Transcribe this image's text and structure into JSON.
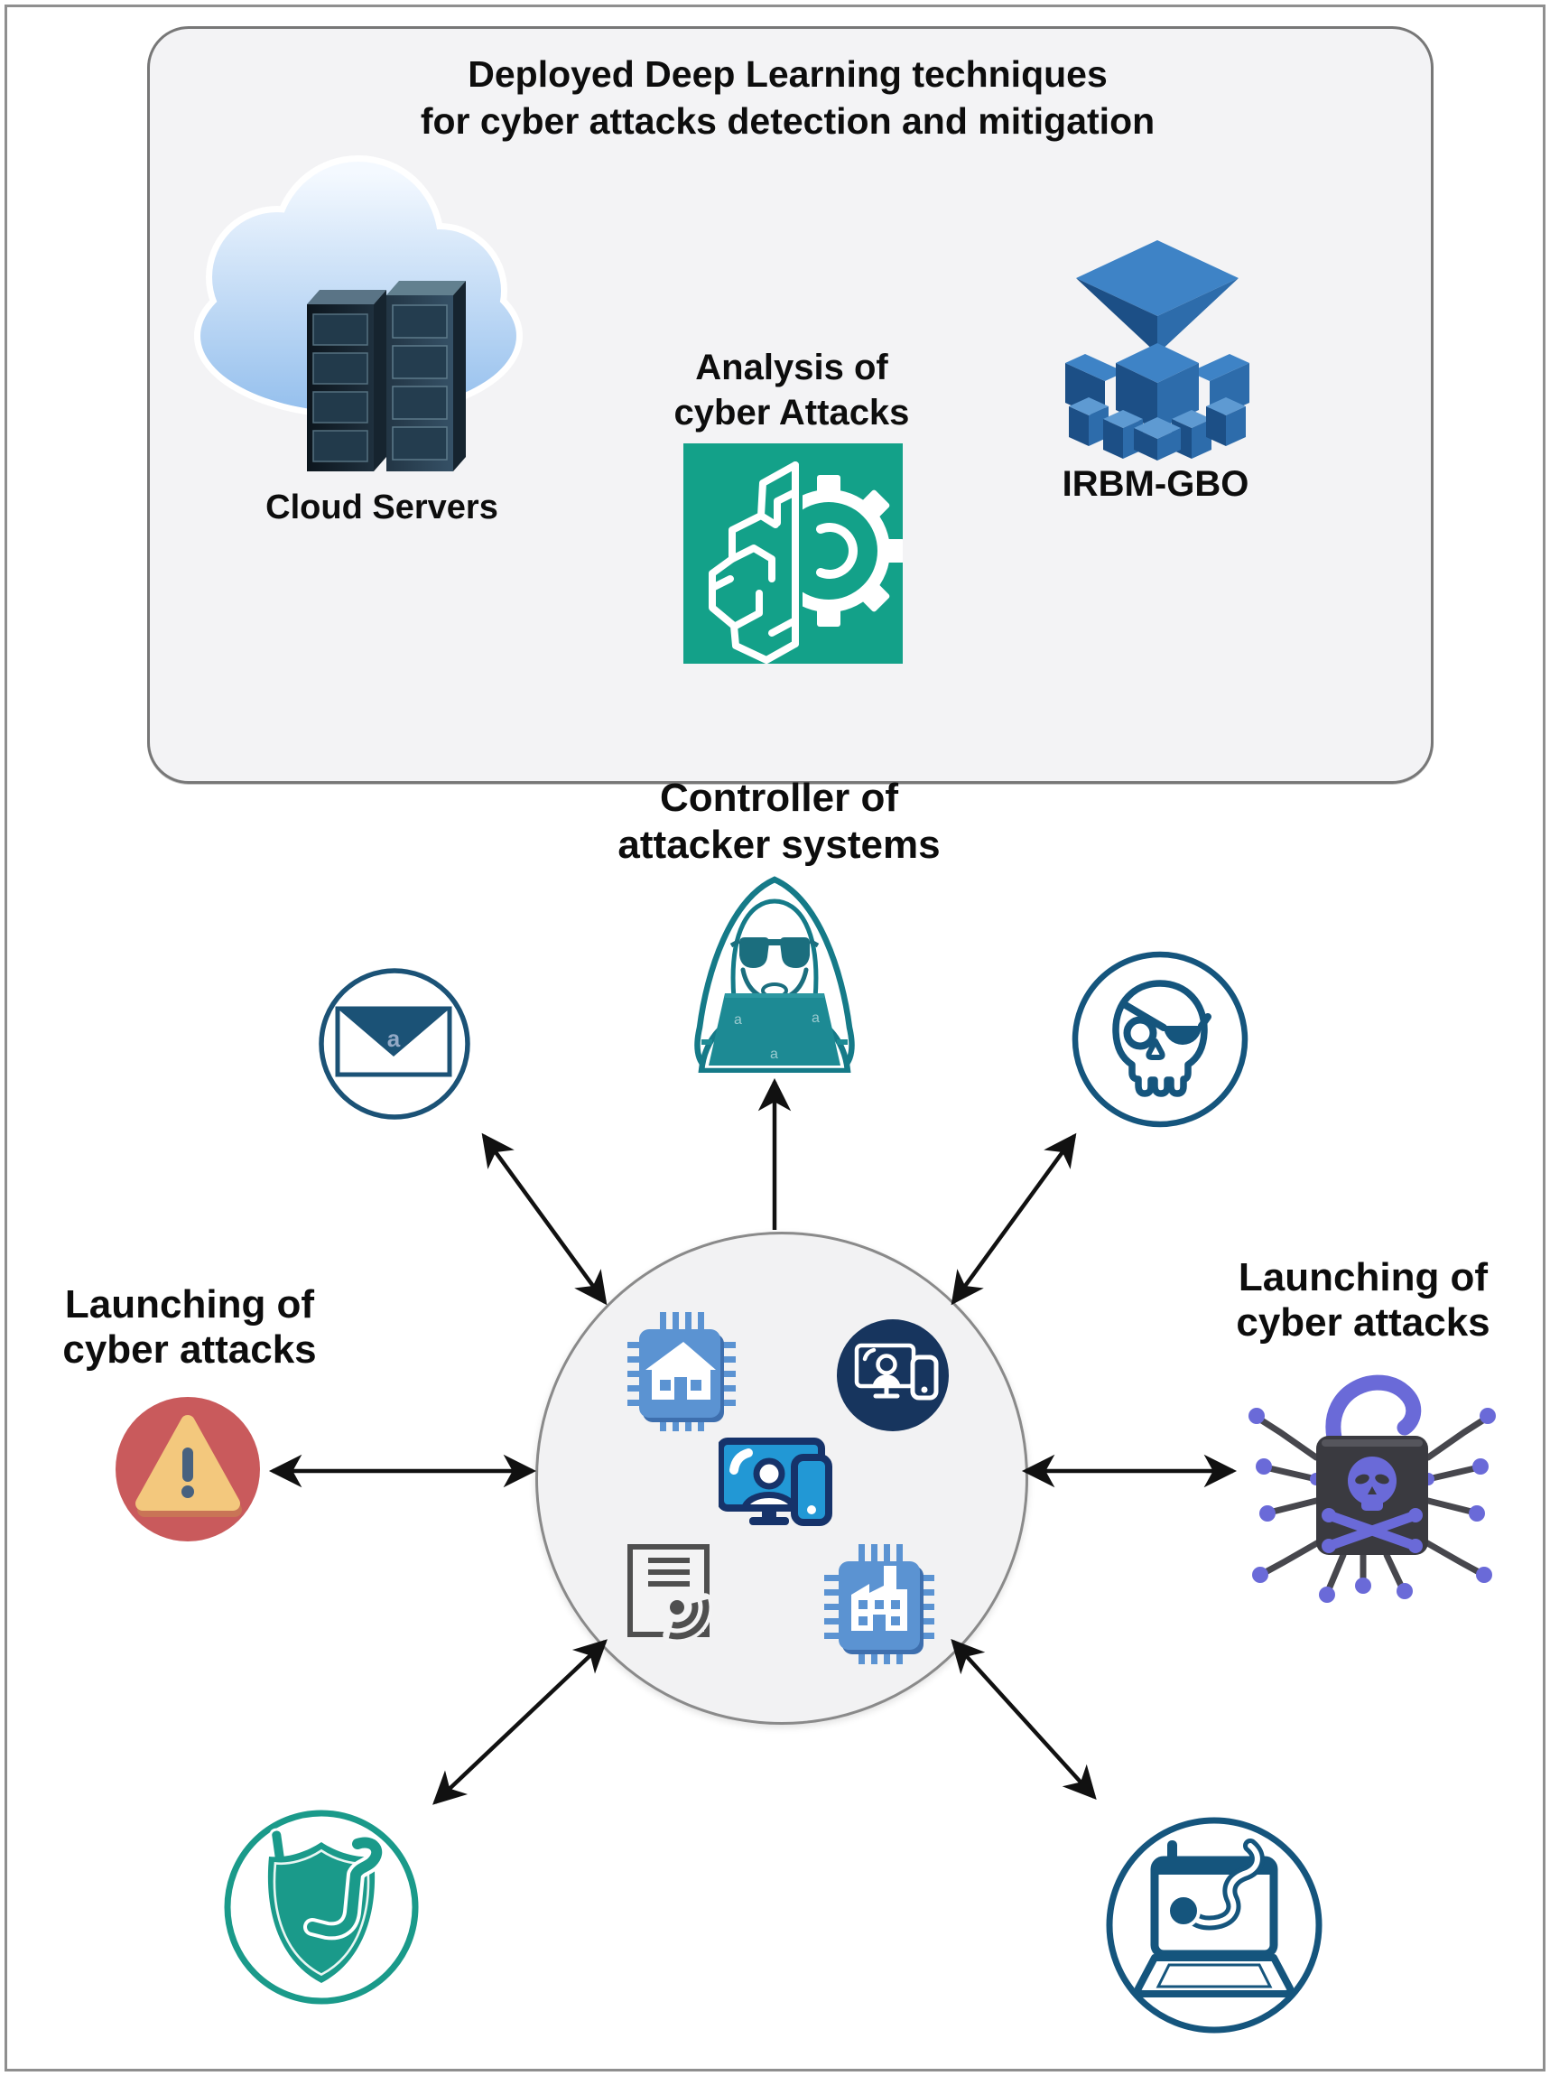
{
  "colors": {
    "teal_green": "#13a189",
    "navy": "#15557d",
    "dark_navy_fill": "#17355e",
    "chip_blue": "#5b93d2",
    "chip_shadow": "#3e6fae",
    "screen_blue": "#2298d5",
    "outline_navy": "#16336a",
    "alert_red": "#c95a5c",
    "alert_amber": "#f3c87d",
    "alert_glyph": "#47617f",
    "malware_purple": "#6a6ad8",
    "malware_dark": "#3a3a40",
    "shield_teal": "#1a9a8a",
    "hacker_teal": "#157a88",
    "laptop_teal": "#1d8a94",
    "irbm_top": "#3e83c6",
    "irbm_left": "#1c4f86",
    "irbm_right": "#2d6cab",
    "doc_gray": "#4f4f4f",
    "box_bg": "#f3f3f5",
    "circle_bg": "#f2f2f3",
    "arrow_black": "#111111"
  },
  "deployed_box": {
    "title_line1": "Deployed Deep Learning techniques",
    "title_line2": "for cyber attacks detection and mitigation",
    "cloud_label": "Cloud Servers",
    "analysis_label_line1": "Analysis of",
    "analysis_label_line2": "cyber Attacks",
    "irbm_label": "IRBM-GBO"
  },
  "controller_label": {
    "line1": "Controller of",
    "line2": "attacker systems"
  },
  "left_attack_label": {
    "line1": "Launching of",
    "line2": "cyber attacks"
  },
  "right_attack_label": {
    "line1": "Launching of",
    "line2": "cyber attacks"
  },
  "watermarks": {
    "envelope": "a",
    "laptop_left": "a",
    "laptop_right": "a",
    "laptop_bottom": "a"
  }
}
